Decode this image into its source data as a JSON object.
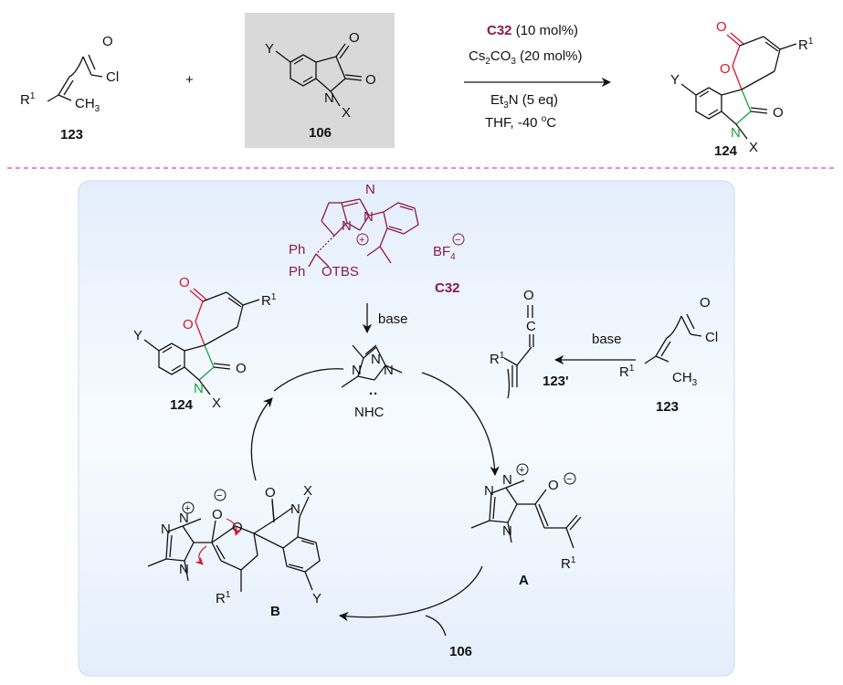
{
  "colors": {
    "catalyst": "#8a1a4a",
    "new_bond_red": "#e0112a",
    "new_bond_green": "#1aa33a",
    "separator": "#e040c0",
    "panel_bg": "#e9f2fc",
    "highlight_box": "#d9d9d9"
  },
  "reaction": {
    "reagent1": {
      "label": "123",
      "cl": "Cl",
      "r1": "R",
      "r1_sup": "1",
      "ch3": "CH",
      "ch3_sub": "3"
    },
    "plus": "+",
    "reagent2": {
      "label": "106",
      "y": "Y",
      "n": "N",
      "x": "X"
    },
    "conditions": {
      "catalyst": "C32",
      "catalyst_load": "(10 mol%)",
      "base_a": "Cs",
      "base_a_sub1": "2",
      "base_a_mid": "CO",
      "base_a_sub2": "3",
      "base_a_load": "(20 mol%)",
      "base_b": "Et",
      "base_b_sub": "3",
      "base_b_rest": "N (5 eq)",
      "solvent": "THF, -40",
      "temp_sup": "o",
      "temp_unit": "C"
    },
    "product": {
      "label": "124",
      "r1": "R",
      "r1_sup": "1",
      "y": "Y",
      "n": "N",
      "x": "X"
    }
  },
  "cycle": {
    "catalyst": {
      "label": "C32",
      "ph1": "Ph",
      "ph2": "Ph",
      "otbs": "OTBS",
      "counter": "BF",
      "counter_sub": "4",
      "minus": "−",
      "plus": "+"
    },
    "base_label_1": "base",
    "base_label_2": "base",
    "nhc": {
      "label": "NHC",
      "lone_pair": "··"
    },
    "ketene": {
      "label": "123'",
      "r1": "R",
      "r1_sup": "1",
      "o": "O"
    },
    "acid_chloride": {
      "label": "123",
      "cl": "Cl",
      "r1": "R",
      "r1_sup": "1",
      "ch3": "CH",
      "ch3_sub": "3"
    },
    "intermediate_a": {
      "label": "A",
      "r1": "R",
      "r1_sup": "1"
    },
    "intermediate_b": {
      "label": "B",
      "r1": "R",
      "r1_sup": "1",
      "y": "Y",
      "x": "X"
    },
    "isatin_entry": "106",
    "product": {
      "label": "124",
      "r1": "R",
      "r1_sup": "1",
      "y": "Y",
      "n": "N",
      "x": "X"
    }
  }
}
